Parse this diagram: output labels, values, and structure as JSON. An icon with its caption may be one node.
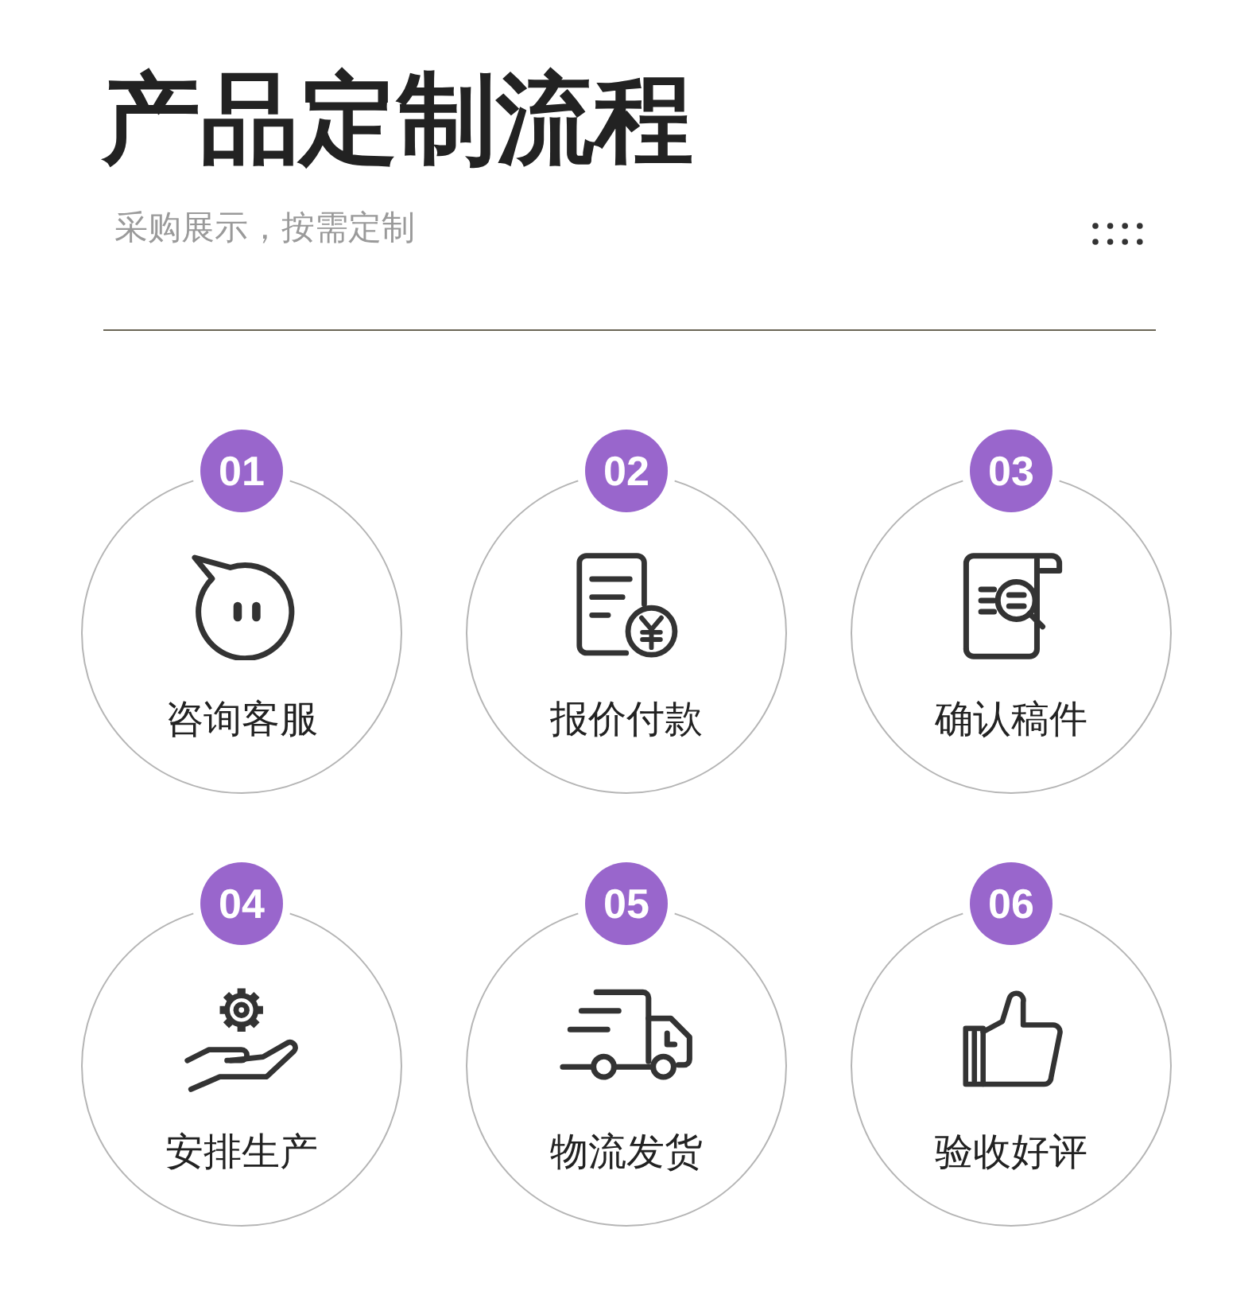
{
  "diagram": {
    "title": "产品定制流程",
    "nodes": [
      {
        "text": [
          "01",
          "咨询客服"
        ]
      },
      {
        "text": [
          "02",
          "报价付款"
        ]
      },
      {
        "text": [
          "03",
          "确认稿件"
        ]
      },
      {
        "text": [
          "04",
          "安排生产"
        ]
      },
      {
        "text": [
          "05",
          "物流发货"
        ]
      },
      {
        "text": [
          "06",
          "验收好评"
        ]
      }
    ],
    "labels": [
      "采购展示，按需定制"
    ]
  }
}
